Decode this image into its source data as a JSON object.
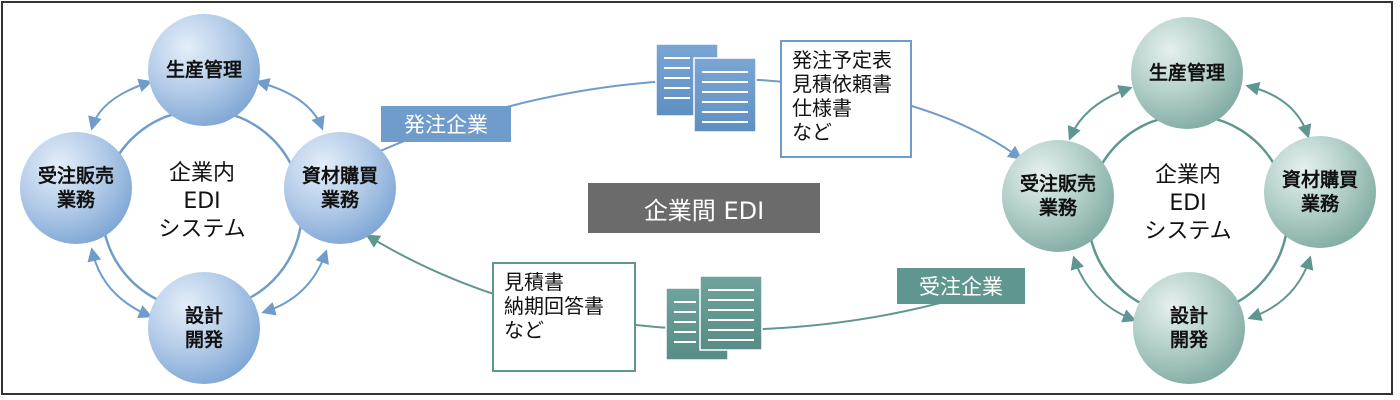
{
  "colors": {
    "blue_accent": "#6f9ccb",
    "teal_accent": "#5f9790",
    "dark_label": "#6b6b6b"
  },
  "left_system": {
    "nodes": {
      "top": "生産管理",
      "right": "資材購買\n業務",
      "bottom": "設計\n開発",
      "left": "受注販売\n業務"
    },
    "center": "企業内\nEDI\nシステム"
  },
  "right_system": {
    "nodes": {
      "top": "生産管理",
      "right": "資材購買\n業務",
      "bottom": "設計\n開発",
      "left": "受注販売\n業務"
    },
    "center": "企業内\nEDI\nシステム"
  },
  "center_label": "企業間 EDI",
  "ordering_company": "発注企業",
  "receiving_company": "受注企業",
  "outgoing_docs": "発注予定表\n見積依頼書\n仕様書\nなど",
  "incoming_docs": "見積書\n納期回答書\nなど",
  "icons": [
    "document-stack-icon",
    "document-stack-icon"
  ]
}
